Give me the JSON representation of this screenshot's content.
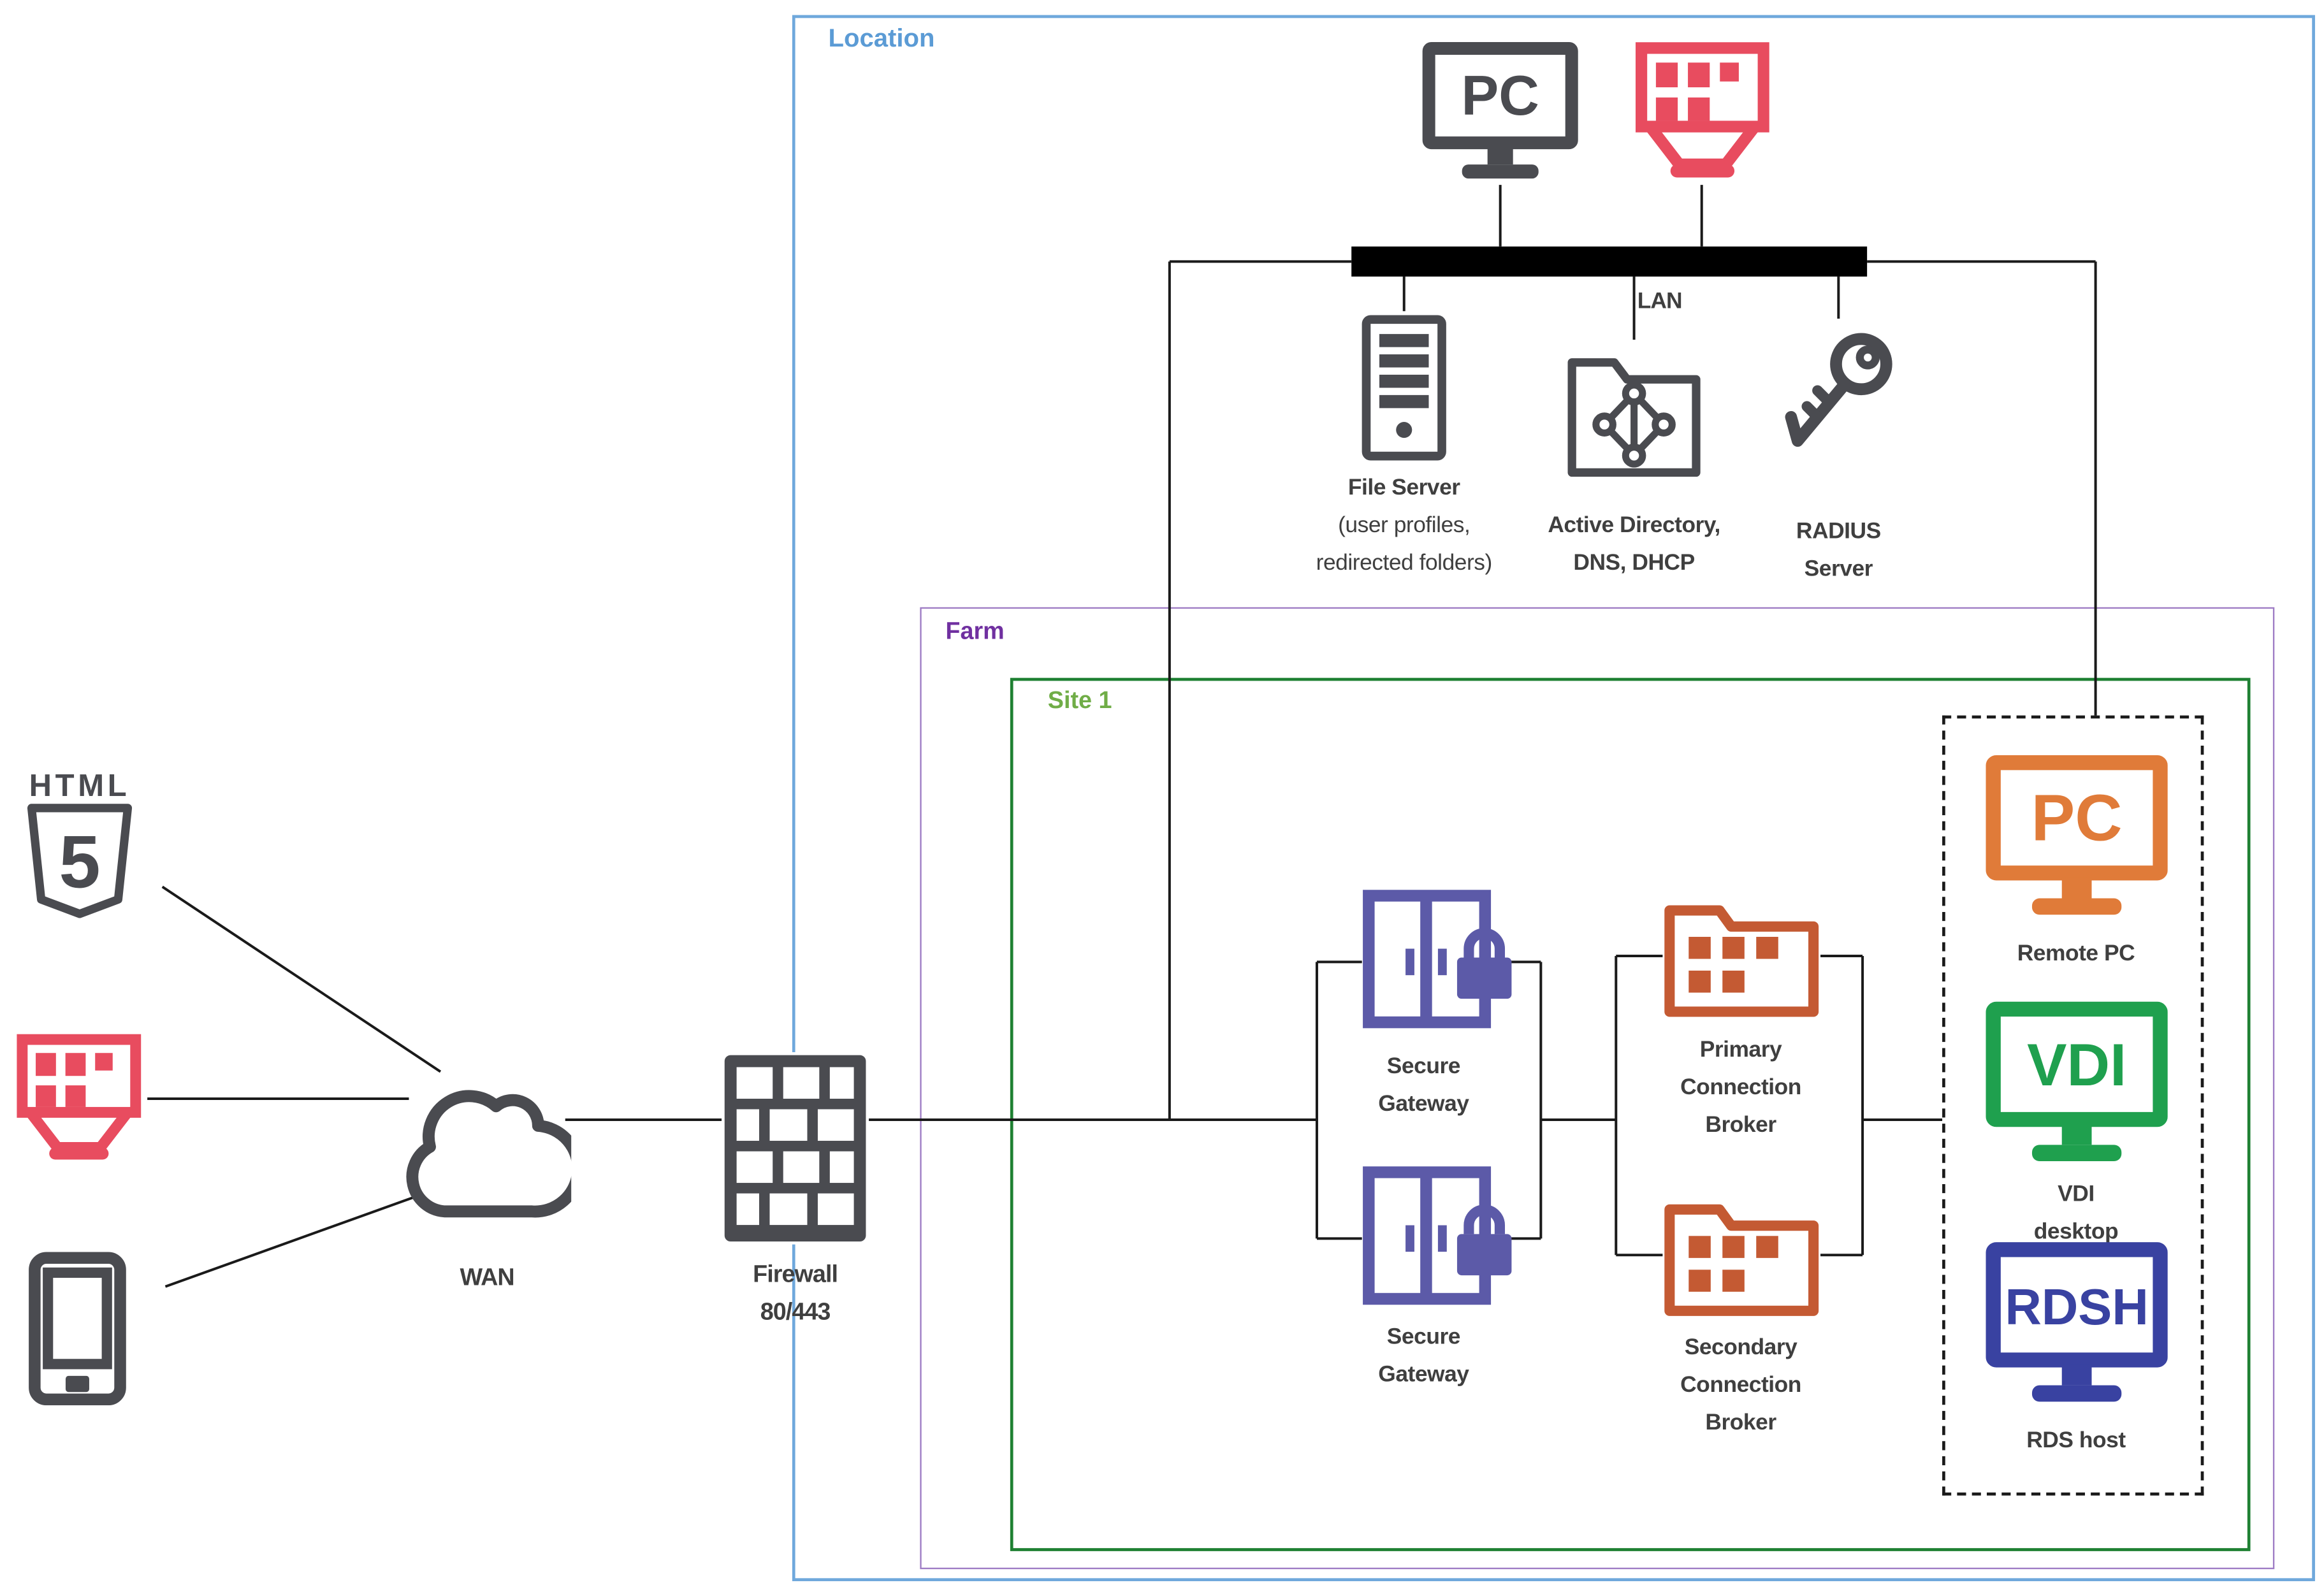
{
  "containers": {
    "location": {
      "label": "Location",
      "border_color": "#6FA8DC",
      "label_color": "#5B9BD5"
    },
    "farm": {
      "label": "Farm",
      "border_color": "#9E7CC4",
      "label_color": "#7030A0"
    },
    "site": {
      "label": "Site 1",
      "border_color": "#1E8032",
      "label_color": "#70AD47"
    }
  },
  "lan": {
    "label": "LAN"
  },
  "wan": {
    "label": "WAN"
  },
  "firewall": {
    "line1": "Firewall",
    "line2": "80/443"
  },
  "clients": {
    "html5": {
      "logo_text": "HTML",
      "logo_number": "5"
    }
  },
  "infrastructure": {
    "pc_client": {
      "screen_text": "PC"
    },
    "file_server": {
      "line1": "File Server",
      "line2": "(user profiles,",
      "line3": "redirected folders)"
    },
    "active_directory": {
      "line1": "Active Directory,",
      "line2": "DNS, DHCP"
    },
    "radius": {
      "line1": "RADIUS",
      "line2": "Server"
    }
  },
  "site_nodes": {
    "secure_gateway_1": {
      "line1": "Secure",
      "line2": "Gateway"
    },
    "secure_gateway_2": {
      "line1": "Secure",
      "line2": "Gateway"
    },
    "primary_broker": {
      "line1": "Primary",
      "line2": "Connection",
      "line3": "Broker"
    },
    "secondary_broker": {
      "line1": "Secondary",
      "line2": "Connection",
      "line3": "Broker"
    }
  },
  "endpoints": {
    "remote_pc": {
      "screen_text": "PC",
      "label": "Remote PC"
    },
    "vdi": {
      "screen_text": "VDI",
      "line1": "VDI",
      "line2": "desktop"
    },
    "rdsh": {
      "screen_text": "RDSH",
      "label": "RDS host"
    }
  },
  "colors": {
    "dark_icon": "#4A4B50",
    "red_accent": "#E84C5F",
    "purple_gateway": "#5C5AA8",
    "orange_broker": "#C45A33",
    "orange_monitor": "#E07B39",
    "green_monitor": "#1FA04E",
    "indigo_monitor": "#3942A1",
    "location_border": "#6FA8DC",
    "farm_border": "#9E7CC4",
    "site_border": "#1E8032"
  }
}
